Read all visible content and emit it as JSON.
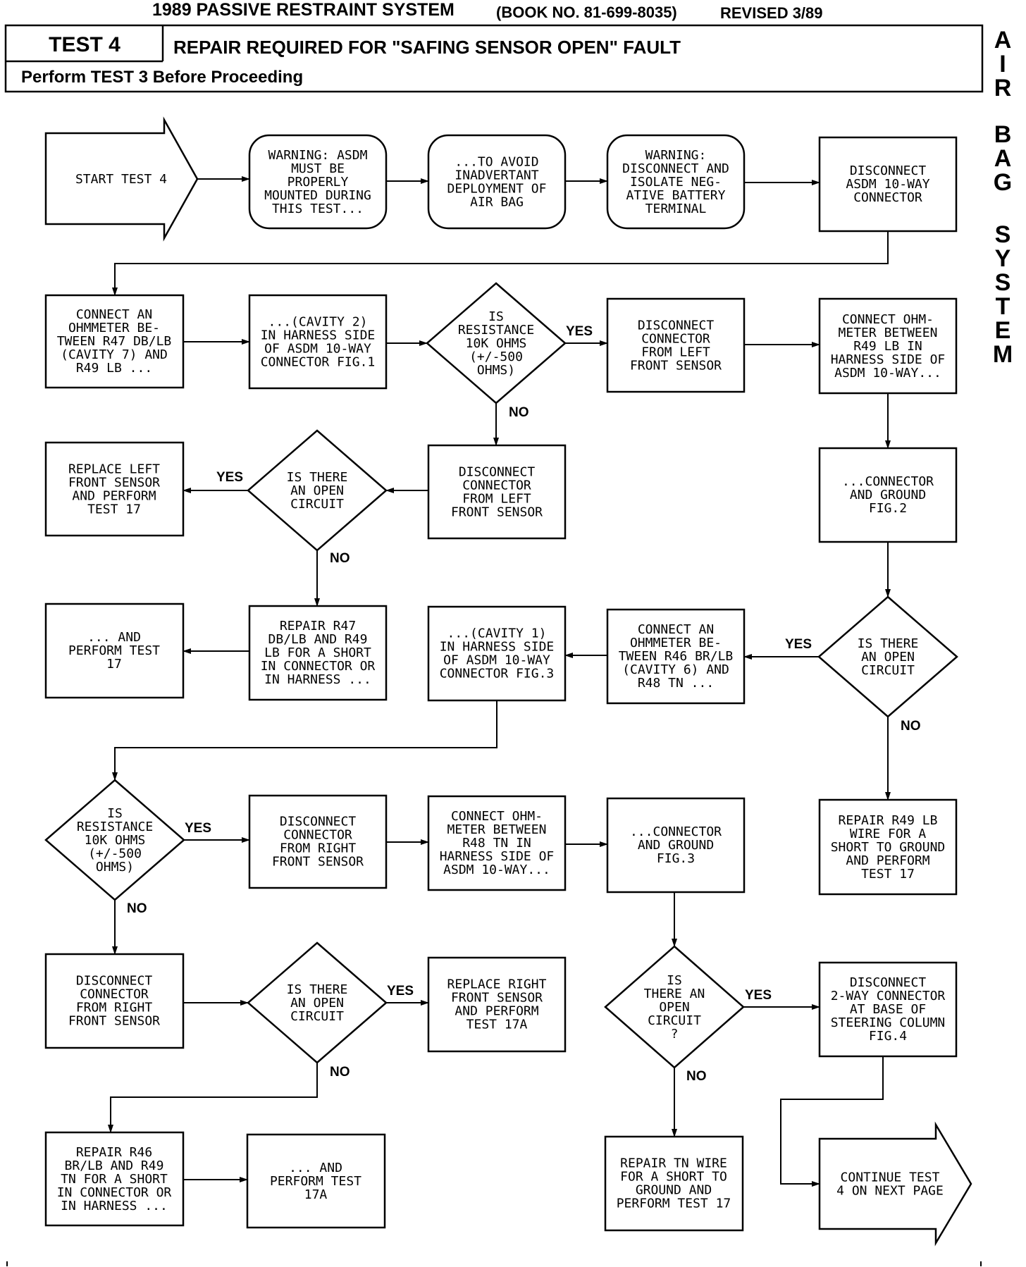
{
  "header": {
    "title": "1989 PASSIVE RESTRAINT SYSTEM",
    "book": "(BOOK NO. 81-699-8035)",
    "revised": "REVISED 3/89",
    "test_number": "TEST 4",
    "test_title": "REPAIR REQUIRED FOR \"SAFING SENSOR OPEN\" FAULT",
    "prerequisite": "Perform TEST 3 Before Proceeding"
  },
  "sidebar": {
    "letters": [
      "A",
      "I",
      "R",
      "B",
      "A",
      "G",
      "S",
      "Y",
      "S",
      "T",
      "E",
      "M"
    ]
  },
  "nodes": {
    "start": [
      "START TEST 4"
    ],
    "warn1": [
      "WARNING: ASDM",
      "MUST BE",
      "PROPERLY",
      "MOUNTED DURING",
      "THIS TEST..."
    ],
    "avoid": [
      "...TO AVOID",
      "INADVERTANT",
      "DEPLOYMENT OF",
      "AIR BAG"
    ],
    "warn2": [
      "WARNING:",
      "DISCONNECT AND",
      "ISOLATE NEG-",
      "ATIVE BATTERY",
      "TERMINAL"
    ],
    "disc10": [
      "DISCONNECT",
      "ASDM 10-WAY",
      "CONNECTOR"
    ],
    "ohm47": [
      "CONNECT AN",
      "OHMMETER BE-",
      "TWEEN R47 DB/LB",
      "(CAVITY 7) AND",
      "R49 LB ..."
    ],
    "cav2": [
      "...(CAVITY 2)",
      "IN HARNESS SIDE",
      "OF ASDM 10-WAY",
      "CONNECTOR FIG.1"
    ],
    "res1": [
      "IS",
      "RESISTANCE",
      "10K OHMS",
      "(+/-500",
      "OHMS)"
    ],
    "discLeftA": [
      "DISCONNECT",
      "CONNECTOR",
      "FROM LEFT",
      "FRONT SENSOR"
    ],
    "ohm49": [
      "CONNECT OHM-",
      "METER BETWEEN",
      "R49 LB IN",
      "HARNESS SIDE OF",
      "ASDM 10-WAY..."
    ],
    "replLeft": [
      "REPLACE LEFT",
      "FRONT SENSOR",
      "AND PERFORM",
      "TEST 17"
    ],
    "open1": [
      "IS THERE",
      "AN OPEN",
      "CIRCUIT"
    ],
    "discLeftB": [
      "DISCONNECT",
      "CONNECTOR",
      "FROM LEFT",
      "FRONT SENSOR"
    ],
    "conGnd2": [
      "...CONNECTOR",
      "AND GROUND",
      "FIG.2"
    ],
    "perf17": [
      "... AND",
      "PERFORM TEST",
      "17"
    ],
    "repR47": [
      "REPAIR R47",
      "DB/LB AND R49",
      "LB FOR A SHORT",
      "IN CONNECTOR OR",
      "IN HARNESS ..."
    ],
    "cav1": [
      "...(CAVITY 1)",
      "IN HARNESS SIDE",
      "OF ASDM 10-WAY",
      "CONNECTOR FIG.3"
    ],
    "ohm46": [
      "CONNECT AN",
      "OHMMETER BE-",
      "TWEEN R46 BR/LB",
      "(CAVITY 6) AND",
      "R48 TN ..."
    ],
    "open2": [
      "IS THERE",
      "AN OPEN",
      "CIRCUIT"
    ],
    "res2": [
      "IS",
      "RESISTANCE",
      "10K OHMS",
      "(+/-500",
      "OHMS)"
    ],
    "discRightA": [
      "DISCONNECT",
      "CONNECTOR",
      "FROM RIGHT",
      "FRONT SENSOR"
    ],
    "ohm48": [
      "CONNECT OHM-",
      "METER BETWEEN",
      "R48 TN IN",
      "HARNESS SIDE OF",
      "ASDM 10-WAY..."
    ],
    "conGnd3": [
      "...CONNECTOR",
      "AND GROUND",
      "FIG.3"
    ],
    "repR49": [
      "REPAIR R49 LB",
      "WIRE FOR A",
      "SHORT TO GROUND",
      "AND PERFORM",
      "TEST 17"
    ],
    "discRightB": [
      "DISCONNECT",
      "CONNECTOR",
      "FROM RIGHT",
      "FRONT SENSOR"
    ],
    "open3": [
      "IS THERE",
      "AN OPEN",
      "CIRCUIT"
    ],
    "replRight": [
      "REPLACE RIGHT",
      "FRONT SENSOR",
      "AND PERFORM",
      "TEST 17A"
    ],
    "open4": [
      "IS",
      "THERE AN",
      "OPEN",
      "CIRCUIT",
      "?"
    ],
    "disc2way": [
      "DISCONNECT",
      "2-WAY CONNECTOR",
      "AT BASE OF",
      "STEERING COLUMN",
      "FIG.4"
    ],
    "repR46": [
      "REPAIR R46",
      "BR/LB AND R49",
      "TN FOR A SHORT",
      "IN CONNECTOR OR",
      "IN HARNESS ..."
    ],
    "perf17a": [
      "... AND",
      "PERFORM TEST",
      "17A"
    ],
    "repTN": [
      "REPAIR TN WIRE",
      "FOR A SHORT TO",
      "GROUND AND",
      "PERFORM TEST 17"
    ],
    "cont": [
      "CONTINUE TEST",
      "4 ON NEXT PAGE"
    ]
  },
  "labels": {
    "yes": "YES",
    "no": "NO"
  }
}
